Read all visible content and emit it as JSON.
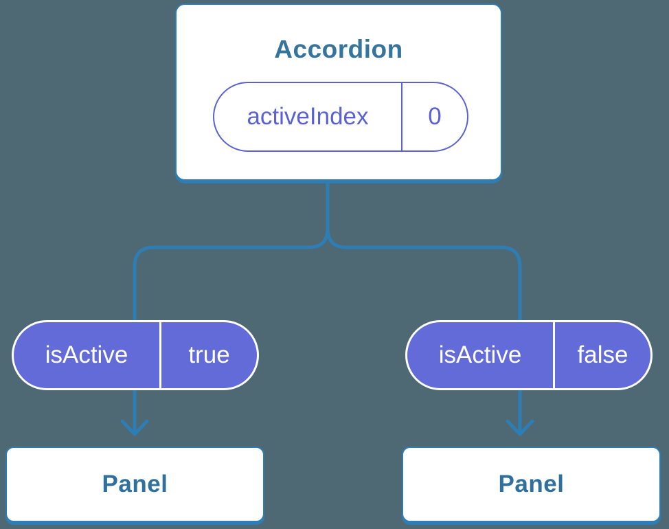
{
  "colors": {
    "background": "#4e6973",
    "connector_blue": "#2e7db5",
    "heading_blue": "#35749c",
    "panel_text_blue": "#2f709f",
    "prop_pill_purple": "#636bd8",
    "state_pill_purple": "#5a61d4",
    "card_background": "#ffffff"
  },
  "root": {
    "title": "Accordion",
    "state": {
      "name": "activeIndex",
      "value": "0"
    }
  },
  "children": [
    {
      "prop": {
        "name": "isActive",
        "value": "true"
      },
      "panel_label": "Panel"
    },
    {
      "prop": {
        "name": "isActive",
        "value": "false"
      },
      "panel_label": "Panel"
    }
  ]
}
